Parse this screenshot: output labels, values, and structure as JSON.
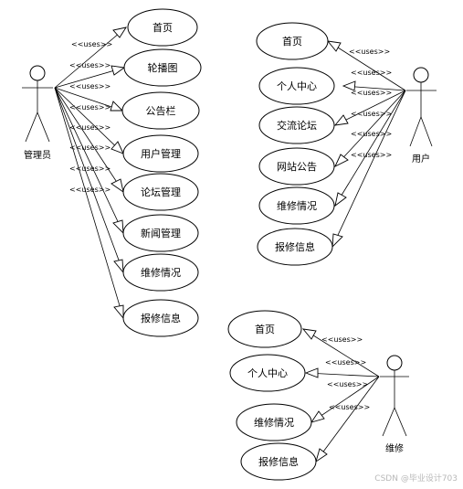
{
  "actors": {
    "admin": "管理员",
    "user": "用户",
    "repair": "维修"
  },
  "relation_label": "<<uses>>",
  "admin_use_cases": [
    "首页",
    "轮播图",
    "公告栏",
    "用户管理",
    "论坛管理",
    "新闻管理",
    "维修情况",
    "报修信息"
  ],
  "user_use_cases": [
    "首页",
    "个人中心",
    "交流论坛",
    "网站公告",
    "维修情况",
    "报修信息"
  ],
  "repair_use_cases": [
    "首页",
    "个人中心",
    "维修情况",
    "报修信息"
  ],
  "watermark": "CSDN @毕业设计703"
}
